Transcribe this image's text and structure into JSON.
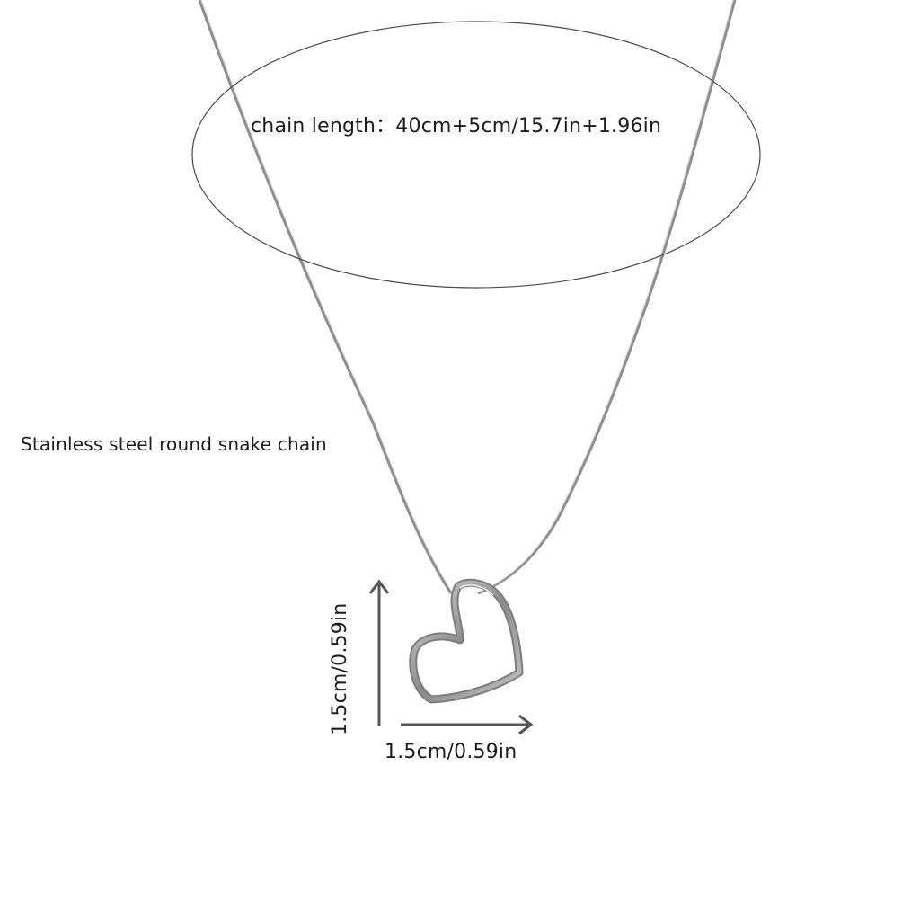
{
  "labels": {
    "chain_length": "chain length：40cm+5cm/15.7in+1.96in",
    "chain_type": "Stainless steel round snake chain",
    "pendant_height": "1.5cm/0.59in",
    "pendant_width": "1.5cm/0.59in"
  },
  "colors": {
    "background": "#ffffff",
    "chain": "#8e8e8e",
    "pendant": "#9a9a9a",
    "arrow": "#555555",
    "ellipse": "#4a4a4a",
    "text": "#1c1c1c"
  }
}
